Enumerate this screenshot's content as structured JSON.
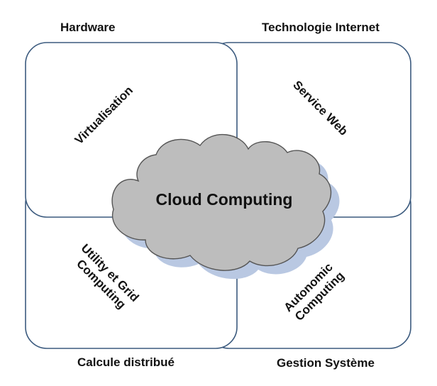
{
  "labels": {
    "top_left": "Hardware",
    "top_right": "Technologie Internet",
    "bottom_left": "Calcule distribué",
    "bottom_right": "Gestion Système"
  },
  "quadrants": {
    "top_left": [
      "Virtualisation"
    ],
    "top_right": [
      "Service Web"
    ],
    "bottom_left": [
      "Utility et Grid",
      "Computing"
    ],
    "bottom_right": [
      "Autonomic",
      "Computing"
    ]
  },
  "center": {
    "title": "Cloud Computing"
  },
  "colors": {
    "box_border": "#3b5a7e",
    "cloud_fill": "#bdbdbd",
    "cloud_border": "#555555",
    "cloud_shadow": "#b9c8e2"
  }
}
